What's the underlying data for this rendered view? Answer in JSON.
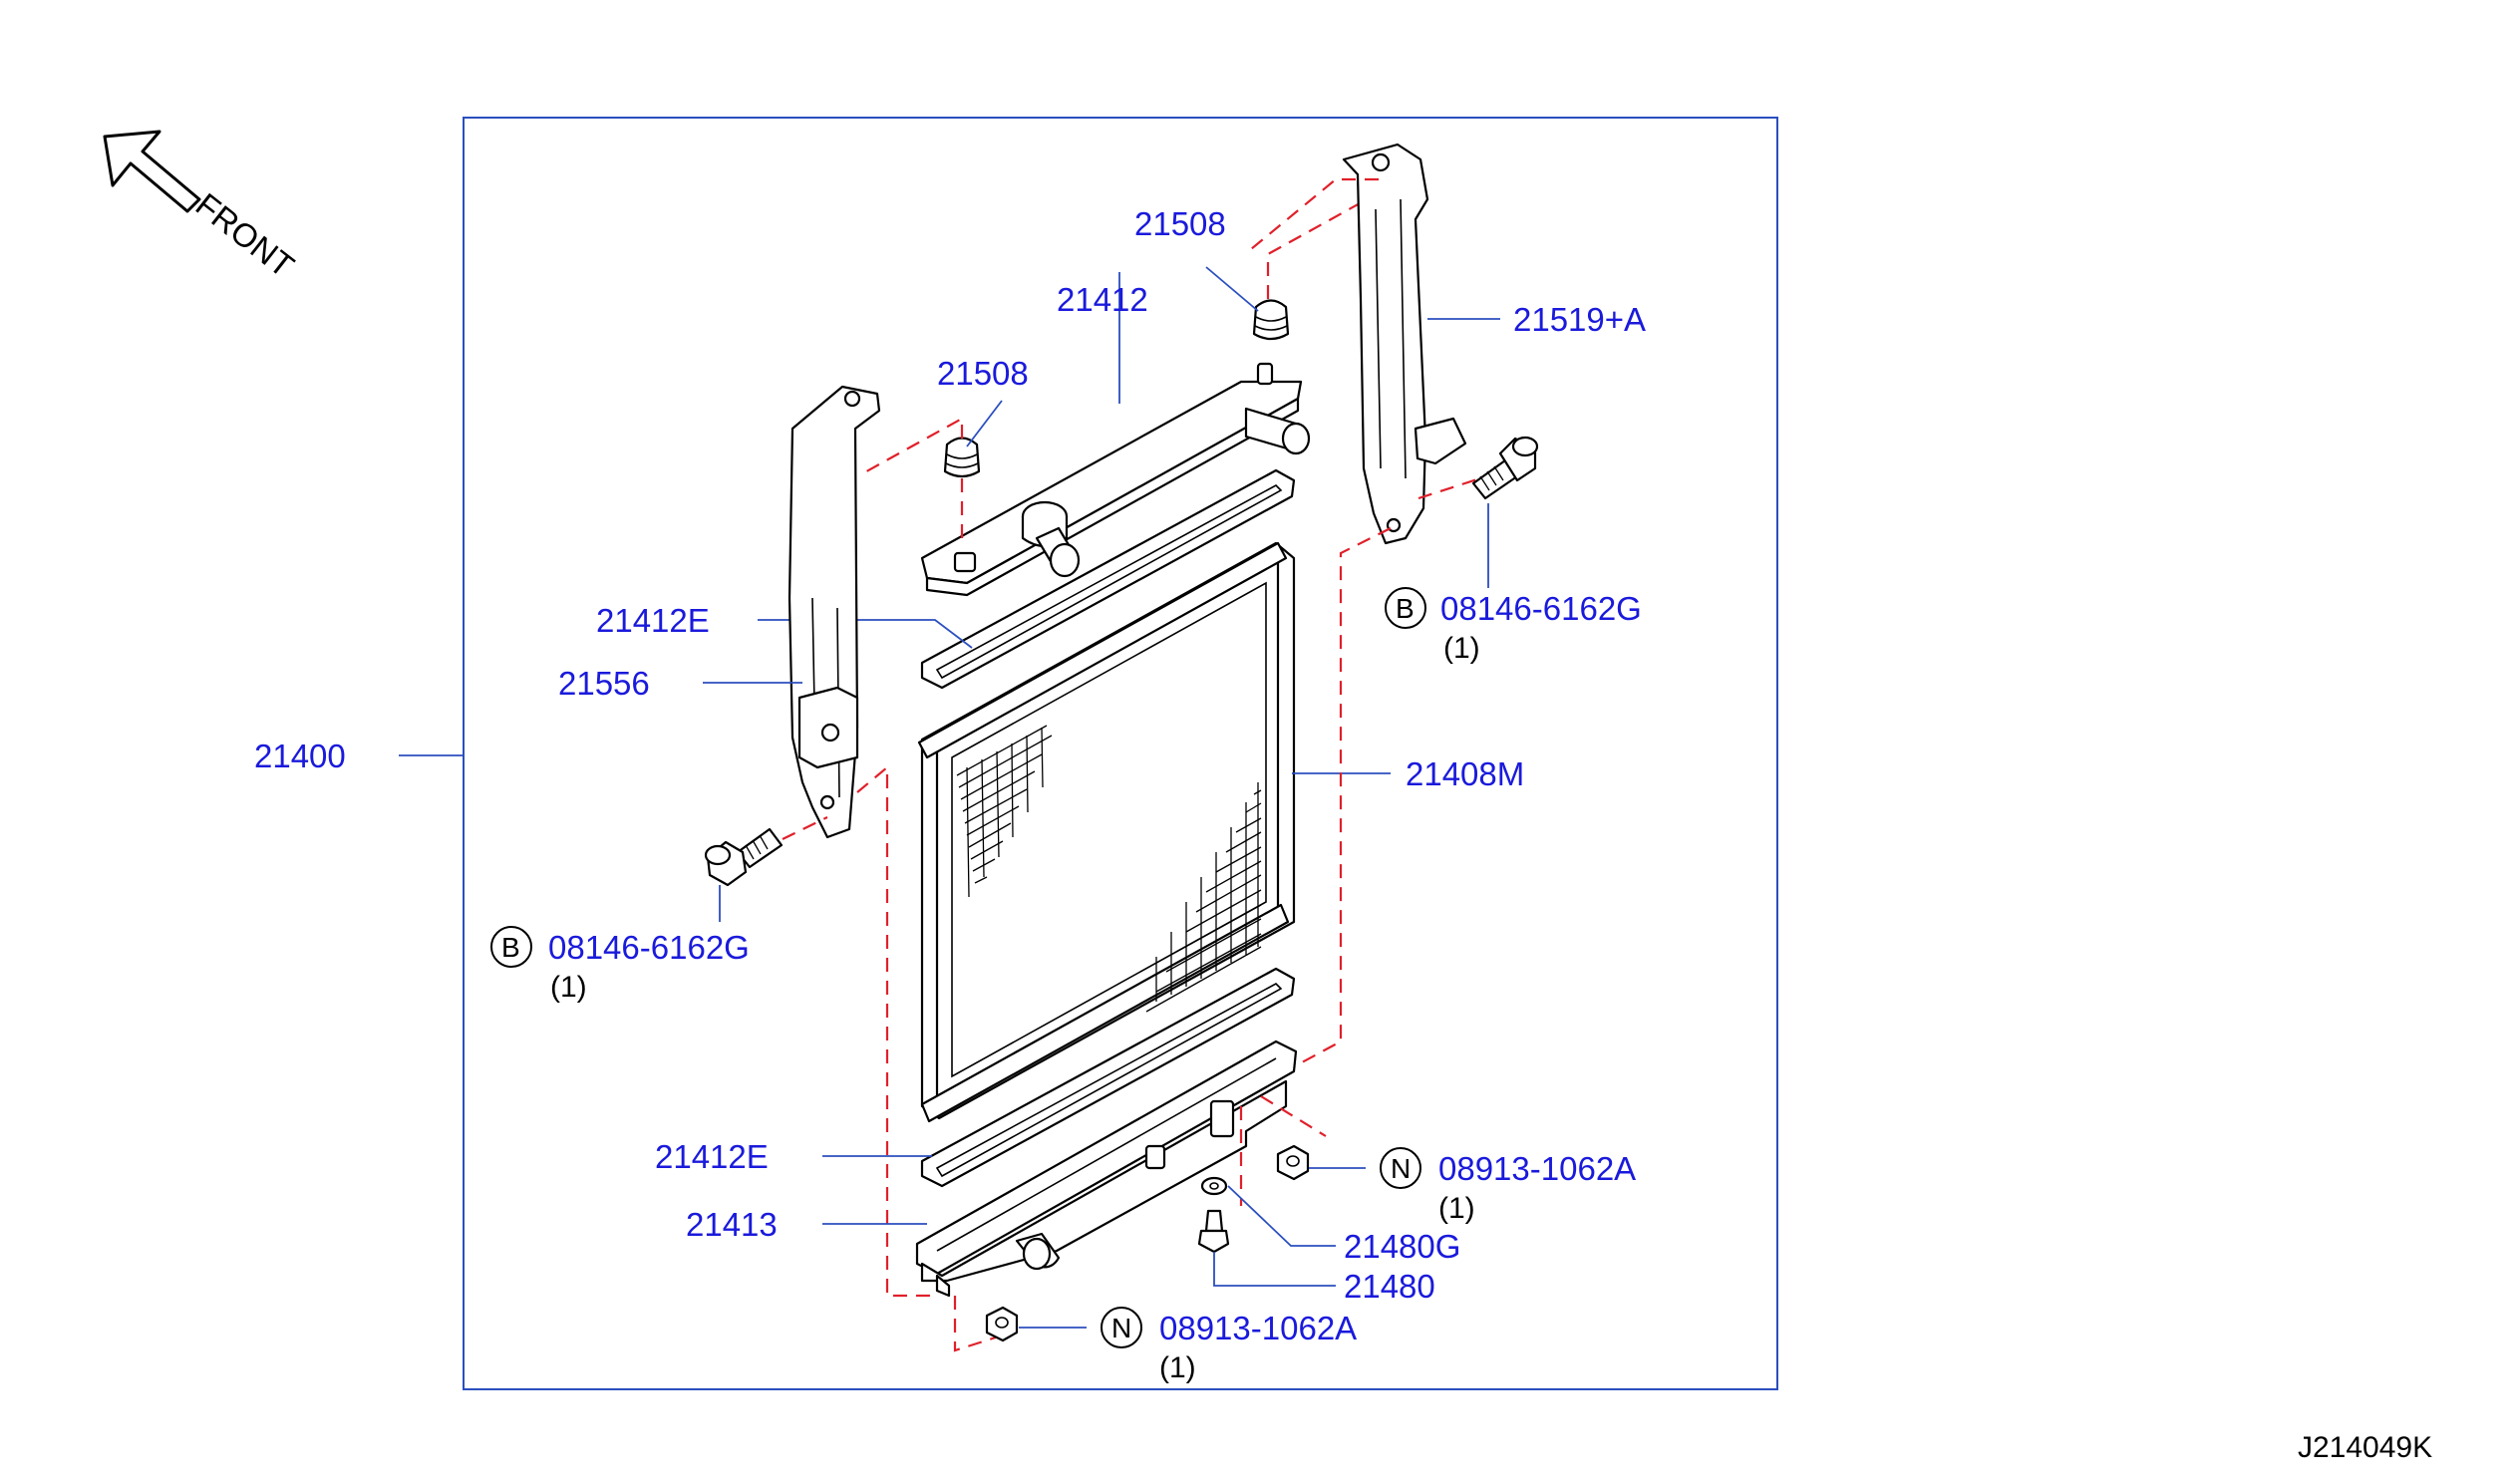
{
  "diagram": {
    "direction": {
      "label": "FRONT"
    },
    "drawing_code": "J214049K",
    "colors": {
      "part_number": "#1a1adc",
      "leader": "#2b4fbf",
      "phantom_line": "#e0202a",
      "frame": "#2b4fbf",
      "line_art": "#000000"
    },
    "callouts": {
      "c_21508_top": {
        "part": "21508"
      },
      "c_21412": {
        "part": "21412"
      },
      "c_21508_left": {
        "part": "21508"
      },
      "c_21519a": {
        "part": "21519+A"
      },
      "c_bolt_right": {
        "symbol": "B",
        "part": "08146-6162G",
        "qty": "(1)"
      },
      "c_21412e_top": {
        "part": "21412E"
      },
      "c_21556": {
        "part": "21556"
      },
      "c_21400": {
        "part": "21400"
      },
      "c_21408m": {
        "part": "21408M"
      },
      "c_bolt_left": {
        "symbol": "B",
        "part": "08146-6162G",
        "qty": "(1)"
      },
      "c_nut_right": {
        "symbol": "N",
        "part": "08913-1062A",
        "qty": "(1)"
      },
      "c_21412e_bottom": {
        "part": "21412E"
      },
      "c_21413": {
        "part": "21413"
      },
      "c_21480g": {
        "part": "21480G"
      },
      "c_21480": {
        "part": "21480"
      },
      "c_nut_bottom": {
        "symbol": "N",
        "part": "08913-1062A",
        "qty": "(1)"
      }
    }
  }
}
